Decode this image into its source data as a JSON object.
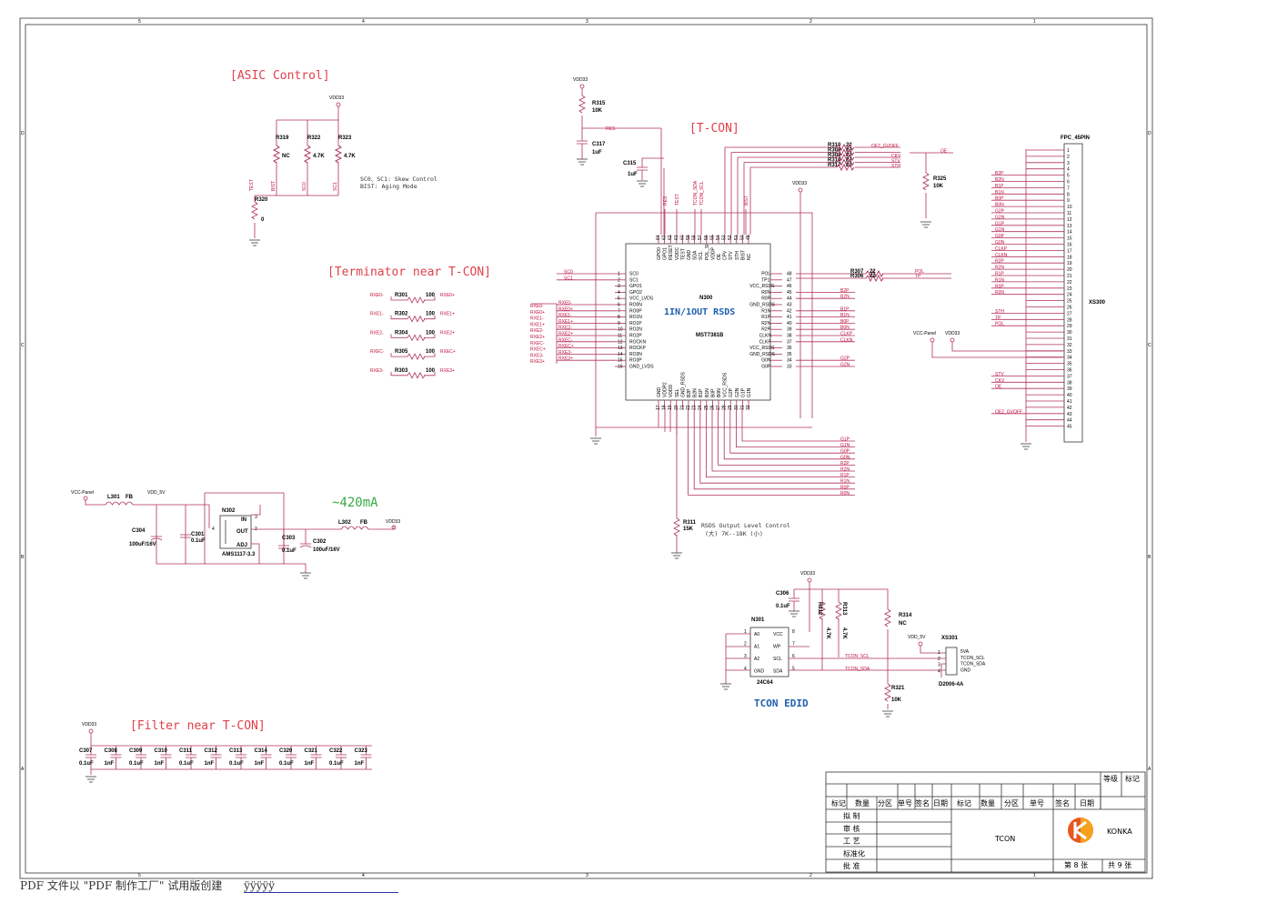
{
  "titles": {
    "asic": "[ASIC Control]",
    "tcon": "[T-CON]",
    "terminator": "[Terminator near T-CON]",
    "current": "~420mA",
    "filter": "[Filter near T-CON]",
    "edid": "TCON EDID",
    "rsds": "1IN/1OUT RSDS"
  },
  "notes": {
    "skew": "SC0、SC1: Skew Control",
    "aging": "BIST: Aging Mode",
    "rsds_ctrl": "RSDS Output Level Control",
    "rsds_range": "(大) 7K--18K (小)"
  },
  "ic": {
    "n300": "N300",
    "mst": "MST7381B",
    "n302": "N302",
    "ams": "AMS1117-3.3",
    "n301": "N301",
    "eeprom": "24C64",
    "fpc": "FPC_45PIN",
    "xs300": "XS300",
    "xs301": "XS301",
    "d2006": "D2006-4A"
  },
  "nets": {
    "vdd33": "VDD33",
    "vdd5": "VDD_5V",
    "vccp": "VCC-Panel",
    "res": "RES"
  },
  "asic_parts": [
    {
      "ref": "R319",
      "val": "NC"
    },
    {
      "ref": "R322",
      "val": "4.7K"
    },
    {
      "ref": "R323",
      "val": "4.7K"
    },
    {
      "ref": "R320",
      "val": "0"
    }
  ],
  "asic_nets": [
    "TEST",
    "BIST",
    "SC0",
    "SC1"
  ],
  "tcon_parts": [
    {
      "ref": "R315",
      "val": "10K"
    },
    {
      "ref": "C317",
      "val": "1uF"
    },
    {
      "ref": "C315",
      "val": "1uF"
    },
    {
      "ref": "R325",
      "val": "10K"
    },
    {
      "ref": "R311",
      "val": "15K"
    }
  ],
  "gate_res": [
    {
      "ref": "R310",
      "val": "22",
      "net": "OE2_GVOFF"
    },
    {
      "ref": "R309",
      "val": "22",
      "net": "OE"
    },
    {
      "ref": "R308",
      "val": "22",
      "net": "CKV"
    },
    {
      "ref": "R316",
      "val": "22",
      "net": "STV"
    },
    {
      "ref": "R317",
      "val": "22",
      "net": "STH"
    }
  ],
  "pol_res": [
    {
      "ref": "R307",
      "val": "22",
      "net": "POL"
    },
    {
      "ref": "R306",
      "val": "22",
      "net": "TP"
    }
  ],
  "top_pins": {
    "nums": [
      "64",
      "63",
      "62",
      "61",
      "60",
      "59",
      "58",
      "57",
      "56",
      "55",
      "54",
      "53",
      "52",
      "51",
      "50",
      "49"
    ],
    "names": [
      "GPO0",
      "GPO1",
      "RESET",
      "VDDC",
      "TEST",
      "GND",
      "SDA",
      "SCL",
      "POL_SI",
      "VDDP",
      "OE",
      "CPV",
      "STV",
      "STH",
      "BIST",
      "NC"
    ]
  },
  "top_nets": [
    "RES",
    "TEST",
    "TCON_SDA",
    "TCON_SCL",
    "BIST"
  ],
  "left_pins": {
    "nums": [
      "1",
      "2",
      "3",
      "4",
      "5",
      "6",
      "7",
      "8",
      "9",
      "10",
      "11",
      "12",
      "13",
      "14",
      "15",
      "16"
    ],
    "names": [
      "SC0",
      "SC1",
      "GPO1",
      "GPO2",
      "VCC_LVDS",
      "RO0N",
      "RO0P",
      "RO1N",
      "RO1P",
      "RO2N",
      "RO2P",
      "ROCKN",
      "ROCKP",
      "RO3N",
      "RO3P",
      "GND_LVDS"
    ]
  },
  "left_nets": [
    "SC0",
    "SC1",
    "",
    "",
    "",
    "RXE0-",
    "RXE0+",
    "RXE1-",
    "RXE1+",
    "RXE2-",
    "RXE2+",
    "RXEC-",
    "RXEC+",
    "RXE3-",
    "RXE3+",
    ""
  ],
  "right_pins": {
    "nums": [
      "48",
      "47",
      "46",
      "45",
      "44",
      "43",
      "42",
      "41",
      "40",
      "39",
      "38",
      "37",
      "36",
      "35",
      "34",
      "33"
    ],
    "names": [
      "POL",
      "TP1",
      "VCC_RSDS",
      "R0N",
      "R0P",
      "GND_RSDS",
      "R1N",
      "R1P",
      "R2N",
      "R2P",
      "CLKN",
      "CLKP",
      "VCC_RSDS",
      "GND_RSDS",
      "G0N",
      "G0P"
    ]
  },
  "right_nets": [
    "",
    "",
    "",
    "B2P",
    "B2N",
    "",
    "B1P",
    "B1N",
    "B0P",
    "B0N",
    "CLKP",
    "CLKN",
    "",
    "",
    "G2P",
    "G2N"
  ],
  "bottom_pins": {
    "nums": [
      "17",
      "18",
      "19",
      "20",
      "21",
      "22",
      "23",
      "24",
      "25",
      "26",
      "27",
      "28",
      "29",
      "30",
      "31",
      "32"
    ],
    "names": [
      "GND",
      "VDDP2",
      "VDDD",
      "SEL",
      "GND_RSDS",
      "B2P",
      "B2N",
      "B1P",
      "B1N",
      "B0P",
      "B0N",
      "VCC_RSDS",
      "G2P",
      "G2N",
      "G1P",
      "G1N"
    ]
  },
  "bottom_nets": [
    "G1P",
    "G1N",
    "G0P",
    "G0N",
    "R2P",
    "R2N",
    "R1P",
    "R1N",
    "R0P",
    "R0N"
  ],
  "terminators": [
    {
      "ref": "R301",
      "val": "100",
      "a": "RXE0-",
      "b": "RXE0+"
    },
    {
      "ref": "R302",
      "val": "100",
      "a": "RXE1-",
      "b": "RXE1+"
    },
    {
      "ref": "R304",
      "val": "100",
      "a": "RXE2-",
      "b": "RXE2+"
    },
    {
      "ref": "R305",
      "val": "100",
      "a": "RXEC-",
      "b": "RXEC+"
    },
    {
      "ref": "R303",
      "val": "100",
      "a": "RXE3-",
      "b": "RXE3+"
    }
  ],
  "fpc_nets": [
    "",
    "",
    "",
    "",
    "B2P",
    "B2N",
    "B1P",
    "B1N",
    "B0P",
    "B0N",
    "G2P",
    "G2N",
    "G1P",
    "G1N",
    "G0P",
    "G0N",
    "CLKP",
    "CLKN",
    "R2P",
    "R2N",
    "R1P",
    "R1N",
    "R0P",
    "R0N",
    "",
    "",
    "STH",
    "TP",
    "POL",
    "",
    "",
    "",
    "",
    "",
    "",
    "",
    "STV",
    "CKV",
    "OE",
    "",
    "",
    "",
    "OE2_GVOFF",
    "",
    ""
  ],
  "power": {
    "l301": "L301",
    "fb1": "FB",
    "l302": "L302",
    "fb2": "FB",
    "c304": "C304",
    "c304v": "100uF/16V",
    "c301": "C301",
    "c301v": "0.1uF",
    "c303": "C303",
    "c303v": "0.1uF",
    "c302": "C302",
    "c302v": "100uF/16V",
    "pin_in": "IN",
    "pin_out": "OUT",
    "pin_adj": "ADJ"
  },
  "edid_parts": {
    "c306": "C306",
    "c306v": "0.1uF",
    "r312": "R312",
    "r312v": "4.7K",
    "r313": "R313",
    "r313v": "4.7K",
    "r314": "R314",
    "r314v": "NC",
    "r321": "R321",
    "r321v": "10K",
    "pins_l": [
      "A0",
      "A1",
      "A2",
      "GND"
    ],
    "pins_r": [
      "VCC",
      "WP",
      "SCL",
      "SDA"
    ],
    "scl": "TCON_SCL",
    "sda": "TCON_SDA",
    "xs301_pins": [
      "5VA",
      "TCON_SCL",
      "TCON_SDA",
      "GND"
    ]
  },
  "filter_caps": [
    {
      "ref": "C307",
      "val": "0.1uF"
    },
    {
      "ref": "C308",
      "val": "1nF"
    },
    {
      "ref": "C309",
      "val": "0.1uF"
    },
    {
      "ref": "C310",
      "val": "1nF"
    },
    {
      "ref": "C311",
      "val": "0.1uF"
    },
    {
      "ref": "C312",
      "val": "1nF"
    },
    {
      "ref": "C313",
      "val": "0.1uF"
    },
    {
      "ref": "C314",
      "val": "1nF"
    },
    {
      "ref": "C320",
      "val": "0.1uF"
    },
    {
      "ref": "C321",
      "val": "1nF"
    },
    {
      "ref": "C322",
      "val": "0.1uF"
    },
    {
      "ref": "C323",
      "val": "1nF"
    }
  ],
  "title_block": {
    "grade": "等级",
    "mark": "标记",
    "row_headers": [
      "标记",
      "数量",
      "分区",
      "单号",
      "签名",
      "日期",
      "标记",
      "数量",
      "分区",
      "单号",
      "签名",
      "日期"
    ],
    "roles": [
      "拟 制",
      "审 核",
      "工 艺",
      "标准化",
      "批 准"
    ],
    "title": "TCON",
    "company": "KONKA",
    "sheet": "第 8 张",
    "total": "共 9 张"
  },
  "border": {
    "cols": [
      "5",
      "4",
      "3",
      "2",
      "1"
    ],
    "rows": [
      "D",
      "C",
      "B",
      "A"
    ]
  },
  "footer": {
    "text": "PDF 文件以 \"PDF 制作工厂\" 试用版创建",
    "mark": "ÿÿÿÿÿ"
  }
}
